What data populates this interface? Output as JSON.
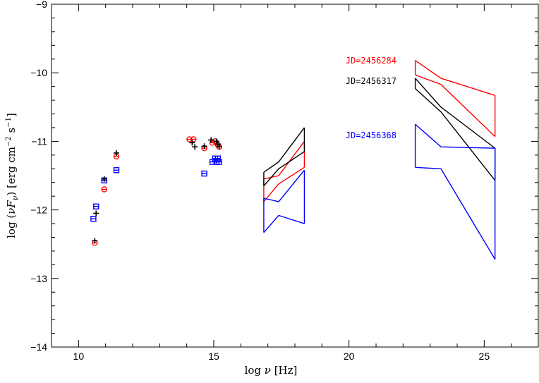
{
  "chart_data": {
    "type": "scatter",
    "title": "",
    "xlabel_parts": {
      "prefix": "log ",
      "symbol": "ν",
      "suffix": " [Hz]"
    },
    "ylabel_parts": {
      "prefix": "log (",
      "symbol": "νF",
      "sub": "ν",
      "mid": ") [erg cm",
      "exp1": "−2",
      "mid2": " s",
      "exp2": "−1",
      "suffix": "]"
    },
    "xlim": [
      9,
      27
    ],
    "ylim": [
      -14,
      -9
    ],
    "x_ticks": [
      10,
      15,
      20,
      25
    ],
    "x_tick_labels": [
      "10",
      "15",
      "20",
      "25"
    ],
    "y_ticks": [
      -14,
      -13,
      -12,
      -11,
      -10,
      -9
    ],
    "y_tick_labels": [
      "−14",
      "−13",
      "−12",
      "−11",
      "−10",
      "−9"
    ],
    "grid": false,
    "legend_placement": "upper-right (inline labels)",
    "colors": {
      "JD=2456284": "#ff0000",
      "JD=2456317": "#000000",
      "JD=2456368": "#0000ff"
    },
    "series": [
      {
        "name": "JD=2456284",
        "color": "#ff0000",
        "marker": "circle-cross",
        "points": [
          [
            10.6,
            -12.48
          ],
          [
            10.95,
            -11.7
          ],
          [
            11.4,
            -11.22
          ],
          [
            14.1,
            -10.97
          ],
          [
            14.25,
            -10.97
          ],
          [
            14.65,
            -11.1
          ],
          [
            14.95,
            -11.02
          ],
          [
            15.05,
            -11.0
          ],
          [
            15.15,
            -11.05
          ],
          [
            15.2,
            -11.08
          ]
        ],
        "bowties": [
          {
            "x": [
              16.85,
              17.4,
              18.35
            ],
            "upper": [
              -11.55,
              -11.5,
              -11.0
            ],
            "lower": [
              -11.88,
              -11.62,
              -11.38
            ]
          },
          {
            "x": [
              22.45,
              23.4,
              25.4
            ],
            "upper": [
              -9.82,
              -10.08,
              -10.33
            ],
            "lower": [
              -10.03,
              -10.17,
              -10.93
            ]
          }
        ]
      },
      {
        "name": "JD=2456317",
        "color": "#000000",
        "marker": "plus",
        "points": [
          [
            10.6,
            -12.45
          ],
          [
            10.65,
            -12.05
          ],
          [
            10.95,
            -11.55
          ],
          [
            11.4,
            -11.17
          ],
          [
            14.2,
            -11.02
          ],
          [
            14.3,
            -11.08
          ],
          [
            14.65,
            -11.07
          ],
          [
            14.9,
            -10.98
          ],
          [
            15.1,
            -11.0
          ],
          [
            15.15,
            -11.04
          ],
          [
            15.2,
            -11.08
          ]
        ],
        "bowties": [
          {
            "x": [
              16.85,
              17.4,
              18.35
            ],
            "upper": [
              -11.45,
              -11.3,
              -10.8
            ],
            "lower": [
              -11.65,
              -11.4,
              -11.15
            ]
          },
          {
            "x": [
              22.45,
              23.4,
              25.4
            ],
            "upper": [
              -10.08,
              -10.5,
              -11.1
            ],
            "lower": [
              -10.23,
              -10.57,
              -11.57
            ]
          }
        ]
      },
      {
        "name": "JD=2456368",
        "color": "#0000ff",
        "marker": "square",
        "points": [
          [
            10.55,
            -12.13
          ],
          [
            10.65,
            -11.95
          ],
          [
            10.95,
            -11.57
          ],
          [
            11.4,
            -11.42
          ],
          [
            14.65,
            -11.47
          ],
          [
            14.95,
            -11.3
          ],
          [
            15.05,
            -11.25
          ],
          [
            15.1,
            -11.3
          ],
          [
            15.15,
            -11.25
          ],
          [
            15.2,
            -11.3
          ]
        ],
        "bowties": [
          {
            "x": [
              16.85,
              17.4,
              18.35
            ],
            "upper": [
              -11.83,
              -11.88,
              -11.42
            ],
            "lower": [
              -12.33,
              -12.08,
              -12.2
            ]
          },
          {
            "x": [
              22.45,
              23.4,
              25.4
            ],
            "upper": [
              -10.75,
              -11.08,
              -11.1
            ],
            "lower": [
              -11.38,
              -11.4,
              -12.72
            ]
          }
        ]
      }
    ]
  }
}
